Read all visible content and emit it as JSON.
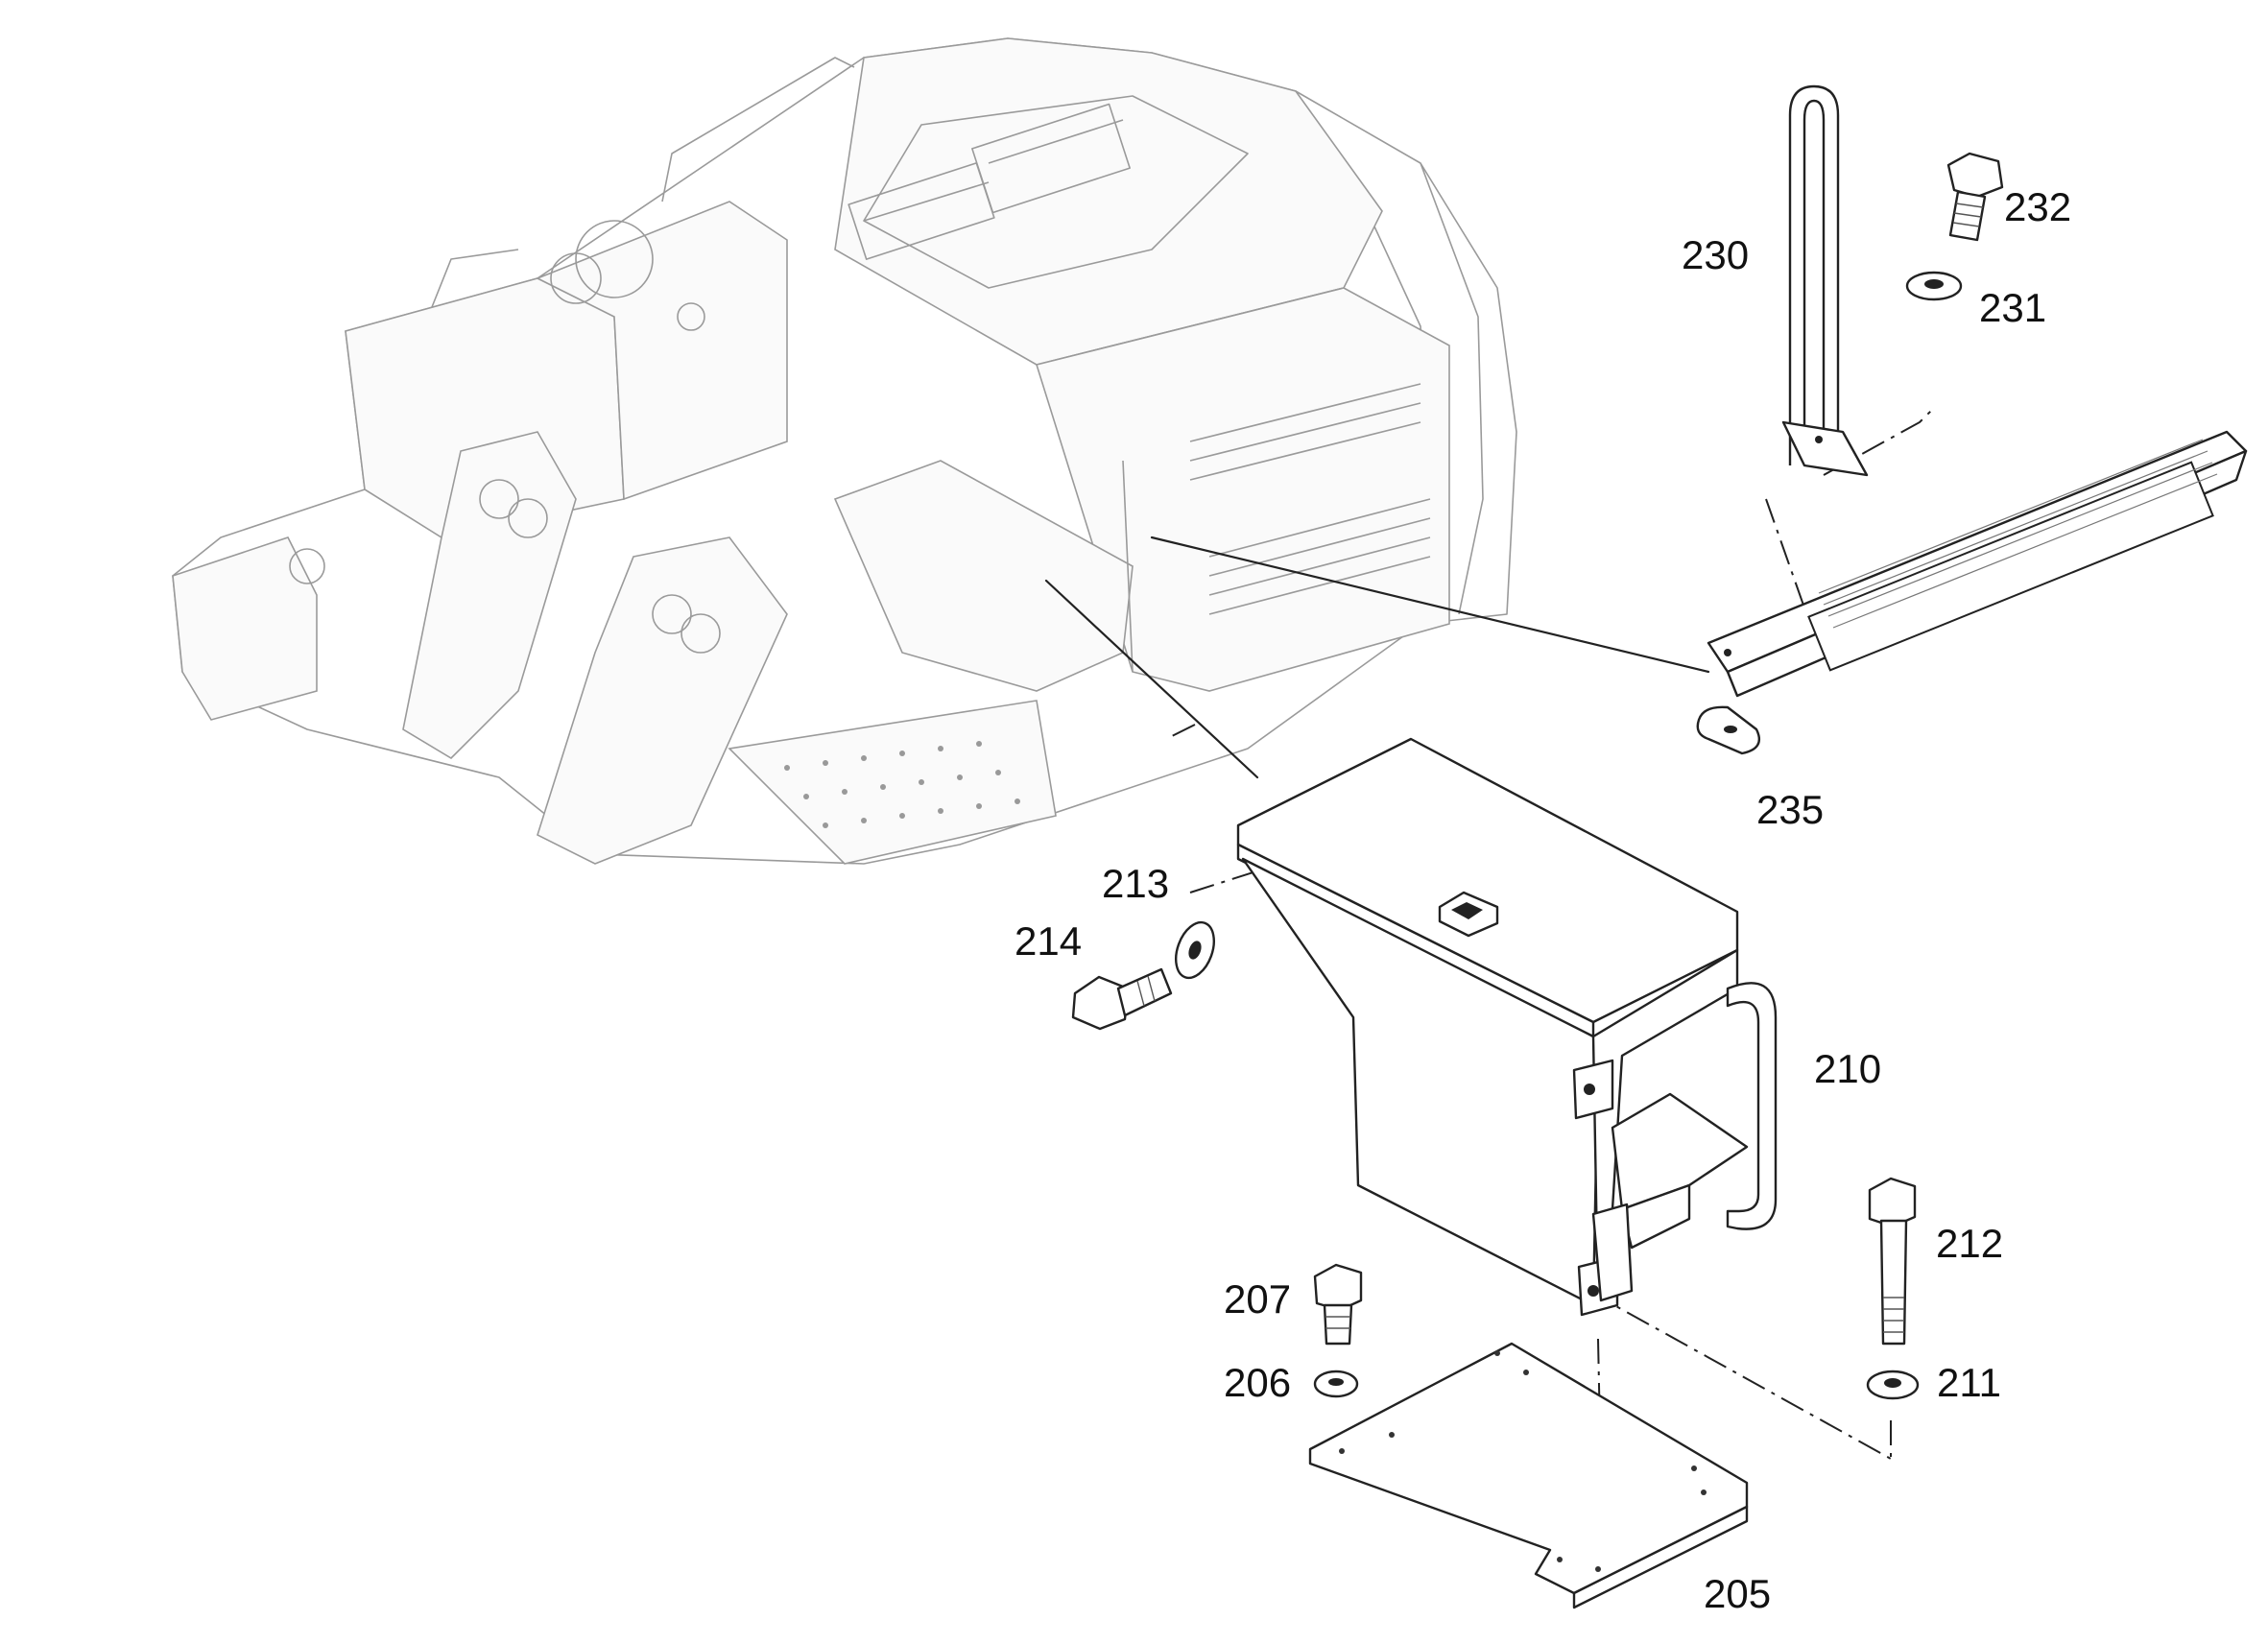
{
  "callouts": [
    {
      "id": "205",
      "text": "205"
    },
    {
      "id": "206",
      "text": "206"
    },
    {
      "id": "207",
      "text": "207"
    },
    {
      "id": "210",
      "text": "210"
    },
    {
      "id": "211",
      "text": "211"
    },
    {
      "id": "212",
      "text": "212"
    },
    {
      "id": "213",
      "text": "213"
    },
    {
      "id": "214",
      "text": "214"
    },
    {
      "id": "230",
      "text": "230"
    },
    {
      "id": "231",
      "text": "231"
    },
    {
      "id": "232",
      "text": "232"
    },
    {
      "id": "235",
      "text": "235"
    }
  ],
  "colors": {
    "line": "#222222",
    "ghost": "#9a9a9a",
    "background": "#ffffff"
  }
}
